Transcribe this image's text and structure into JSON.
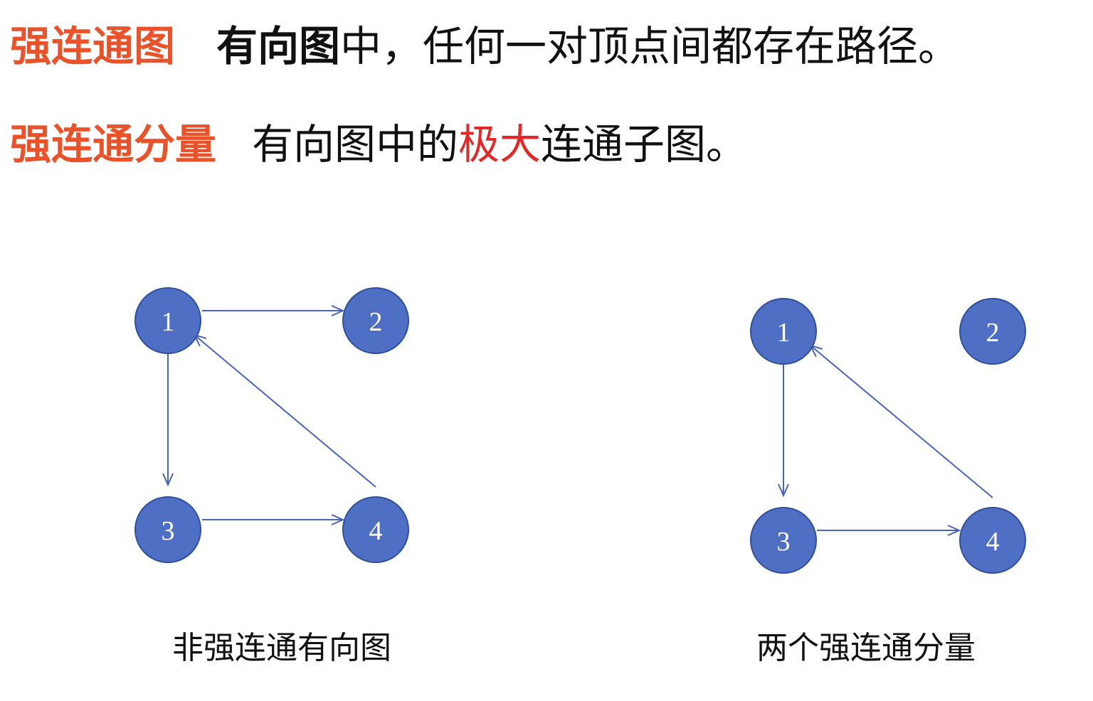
{
  "definitions": [
    {
      "term": "强连通图",
      "description_bold": "有向图",
      "description_rest": "中，任何一对顶点间都存在路径。"
    },
    {
      "term": "强连通分量",
      "description_before": "有向图中的",
      "description_highlight": "极大",
      "description_after": "连通子图。"
    }
  ],
  "colors": {
    "term": "#e8532b",
    "highlight": "#e02a2a",
    "node_fill": "#4f6fc4",
    "node_stroke": "#2f4f9a",
    "edge": "#4a64b8",
    "text": "#111111"
  },
  "graphs": [
    {
      "name": "left-graph",
      "caption": "非强连通有向图",
      "nodes": [
        {
          "id": "1",
          "label": "1"
        },
        {
          "id": "2",
          "label": "2"
        },
        {
          "id": "3",
          "label": "3"
        },
        {
          "id": "4",
          "label": "4"
        }
      ],
      "edges": [
        {
          "from": "1",
          "to": "2"
        },
        {
          "from": "1",
          "to": "3"
        },
        {
          "from": "3",
          "to": "4"
        },
        {
          "from": "4",
          "to": "1"
        }
      ]
    },
    {
      "name": "right-graph",
      "caption": "两个强连通分量",
      "nodes": [
        {
          "id": "1",
          "label": "1"
        },
        {
          "id": "2",
          "label": "2"
        },
        {
          "id": "3",
          "label": "3"
        },
        {
          "id": "4",
          "label": "4"
        }
      ],
      "edges": [
        {
          "from": "1",
          "to": "3"
        },
        {
          "from": "3",
          "to": "4"
        },
        {
          "from": "4",
          "to": "1"
        }
      ]
    }
  ]
}
